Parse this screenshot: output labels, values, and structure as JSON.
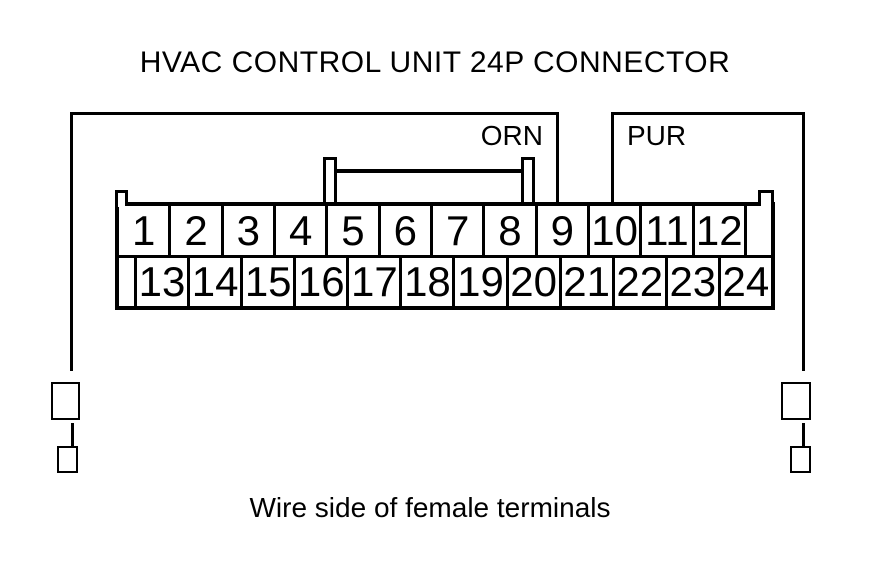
{
  "title": "HVAC CONTROL UNIT 24P CONNECTOR",
  "caption": "Wire side of female terminals",
  "colors": {
    "line": "#000000",
    "background": "#ffffff"
  },
  "wires": {
    "orn": {
      "label": "ORN",
      "connects_to_pin": "9",
      "route": "left-loop-down"
    },
    "pur": {
      "label": "PUR",
      "connects_to_pin": "10",
      "route": "right-loop-down"
    }
  },
  "connector": {
    "top_pins": [
      "1",
      "2",
      "3",
      "4",
      "5",
      "6",
      "7",
      "8",
      "9",
      "10",
      "11",
      "12"
    ],
    "bottom_pins": [
      "13",
      "14",
      "15",
      "16",
      "17",
      "18",
      "19",
      "20",
      "21",
      "22",
      "23",
      "24"
    ]
  }
}
